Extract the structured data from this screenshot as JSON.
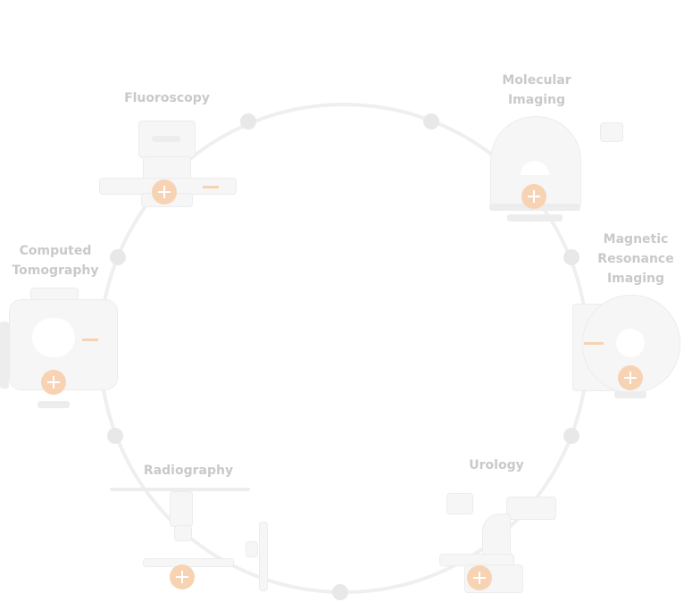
{
  "modalities": [
    {
      "label": "Fluoroscopy",
      "icon": "fluoroscopy-device-icon"
    },
    {
      "label": "Molecular Imaging",
      "icon": "molecular-imaging-device-icon"
    },
    {
      "label": "Computed Tomography",
      "icon": "ct-scanner-icon"
    },
    {
      "label": "Magnetic Resonance Imaging",
      "icon": "mri-scanner-icon"
    },
    {
      "label": "Radiography",
      "icon": "radiography-device-icon"
    },
    {
      "label": "Urology",
      "icon": "urology-device-icon"
    }
  ],
  "colors": {
    "ring": "#efefef",
    "label": "#c9c9c9",
    "plus": "#f7d3b4"
  }
}
